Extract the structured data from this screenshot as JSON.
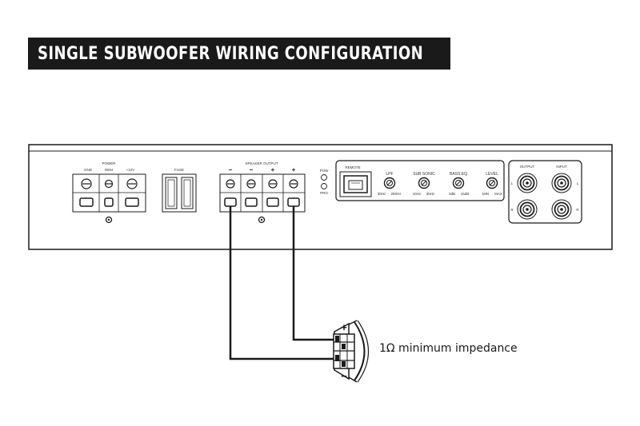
{
  "title": "SINGLE SUBWOOFER WIRING CONFIGURATION",
  "impedance_note": "1Ω minimum impedance",
  "amp": {
    "power_label": "POWER",
    "power_terminals": [
      "GND",
      "REM",
      "+12V"
    ],
    "fuse_label": "FUSE",
    "speaker_output_label": "SPEAKER  OUTPUT",
    "speaker_terminals": [
      "−",
      "−",
      "+",
      "+"
    ],
    "pow_label": "POW",
    "pro_label": "PRO",
    "remote_label": "REMOTE",
    "knobs": [
      {
        "label": "LPF",
        "min": "30Hz",
        "max": "250Hz"
      },
      {
        "label": "SUB SONIC",
        "min": "10Hz",
        "max": "35Hz"
      },
      {
        "label": "BASS EQ",
        "min": "0dB",
        "max": "15dB"
      },
      {
        "label": "LEVEL",
        "min": "MIN",
        "max": "MAX"
      }
    ],
    "output_label": "OUTPUT",
    "input_label": "INPUT",
    "rca_left": "L",
    "rca_right": "R"
  },
  "subwoofer": {
    "plus_label": "+",
    "minus_label": "−"
  }
}
